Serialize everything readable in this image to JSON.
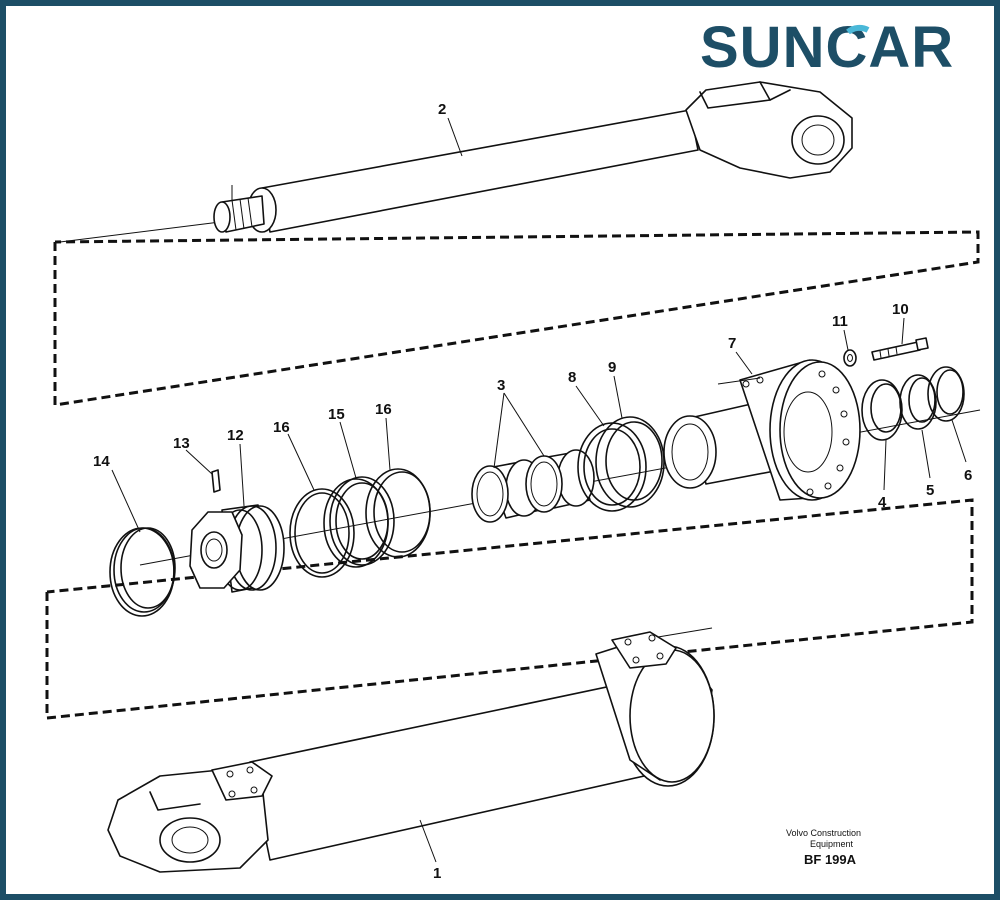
{
  "brand": {
    "logo_text": "SUNCAR",
    "logo_color": "#1d4e66",
    "accent_color": "#4ab8d8"
  },
  "credit": {
    "line1": "Volvo Construction",
    "line2": "Equipment",
    "code": "BF 199A"
  },
  "labels": {
    "p1": "1",
    "p2": "2",
    "p3": "3",
    "p4": "4",
    "p5": "5",
    "p6": "6",
    "p7": "7",
    "p8": "8",
    "p9": "9",
    "p10": "10",
    "p11": "11",
    "p12": "12",
    "p13": "13",
    "p14": "14",
    "p15": "15",
    "p16a": "16",
    "p16b": "16"
  },
  "frame_color": "#1d4e66"
}
